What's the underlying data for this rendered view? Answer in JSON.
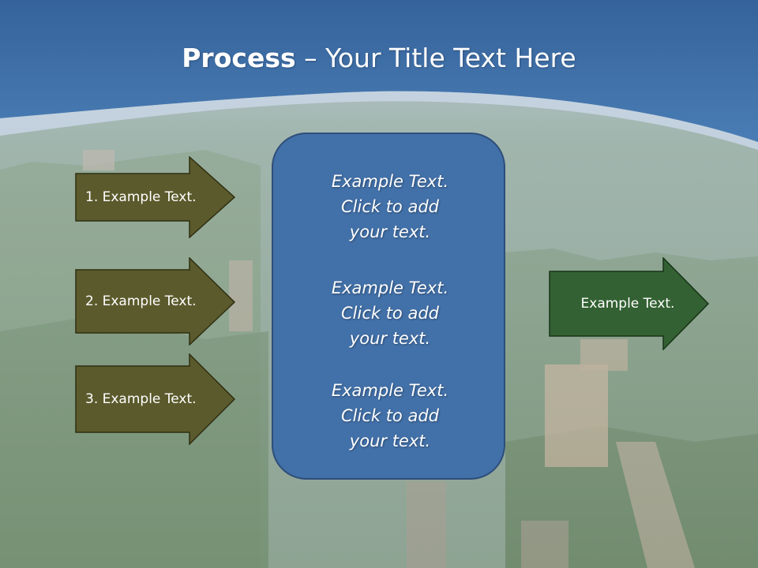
{
  "slide": {
    "title_bold": "Process",
    "title_rest": " – Your Title Text Here"
  },
  "left_arrows": [
    {
      "label": "1. Example Text."
    },
    {
      "label": "2. Example Text."
    },
    {
      "label": "3. Example Text."
    }
  ],
  "center_box": {
    "blocks": [
      {
        "lines": [
          "Example Text.",
          "Click  to add",
          "your text."
        ]
      },
      {
        "lines": [
          "Example Text.",
          "Click  to add",
          "your text."
        ]
      },
      {
        "lines": [
          "Example Text.",
          "Click  to add",
          "your text."
        ]
      }
    ]
  },
  "right_arrow": {
    "label": "Example Text."
  },
  "colors": {
    "header_blue": "#3f72a8",
    "left_arrow_fill": "#5b5a2c",
    "right_arrow_fill": "#336133",
    "center_box_fill": "#4270a8"
  }
}
